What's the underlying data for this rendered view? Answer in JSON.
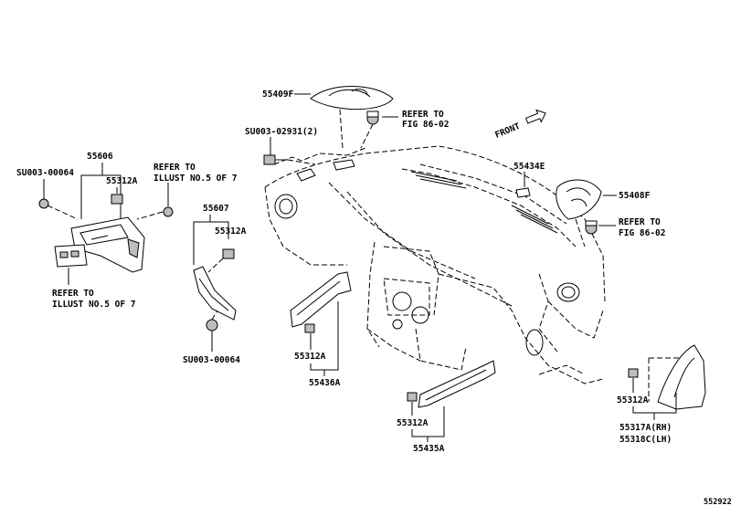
{
  "labels": {
    "p55409F": "55409F",
    "refer_fig_1_line1": "REFER TO",
    "refer_fig_1_line2": "FIG 86-02",
    "p_su003_02931": "SU003-02931(2)",
    "front": "FRONT",
    "p55434E": "55434E",
    "p55408F": "55408F",
    "refer_fig_2_line1": "REFER TO",
    "refer_fig_2_line2": "FIG 86-02",
    "p55606": "55606",
    "p_su003_00064_a": "SU003-00064",
    "p55312A_1": "55312A",
    "refer_illust_1_line1": "REFER TO",
    "refer_illust_1_line2": "ILLUST NO.5 OF 7",
    "refer_illust_2_line1": "REFER TO",
    "refer_illust_2_line2": "ILLUST NO.5 OF 7",
    "p55607": "55607",
    "p55312A_2": "55312A",
    "p_su003_00064_b": "SU003-00064",
    "p55312A_3": "55312A",
    "p55436A": "55436A",
    "p55312A_4": "55312A",
    "p55435A": "55435A",
    "p55312A_5": "55312A",
    "p55317A": "55317A(RH)",
    "p55318C": "55318C(LH)",
    "diagram_id": "552922"
  }
}
